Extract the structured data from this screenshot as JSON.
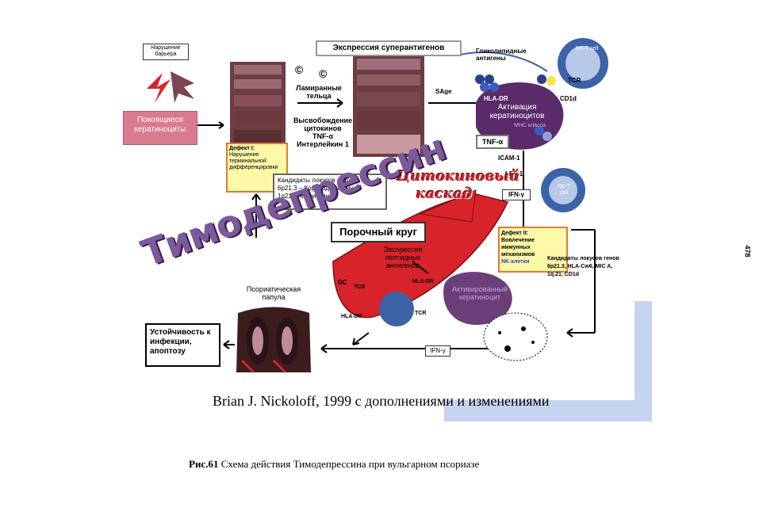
{
  "labels": {
    "barrier": "Нарушение барьера",
    "superantigens": "Экспрессия суперантигенов",
    "glycolipid": "Гликолипидные антигены",
    "nkt_top": "NK-T cell",
    "tcr_top": "TCR",
    "cd1d": "CD1d",
    "lamellar": "Ламиранные тельца",
    "sage": "SAge",
    "hla_dr_top": "HLA-DR",
    "activation": "Активация кератиноцитов",
    "mhc": "МНС класса",
    "resting": "Покоящиеся кератиноциты",
    "release": "Высвобождение цитокинов",
    "tnf_release": "TNF-α",
    "il1": "Интерлейкин 1",
    "tnf_box": "TNF-α",
    "icam": "ICAM-1",
    "lfa": "LFA-1",
    "ifn_mid": "IFN-γ",
    "nkt_mid": "NK-T cell",
    "defect1_title": "Дефект I:",
    "defect1_text": "Нарушение терминальной дифференцировки",
    "candidates1": "Кандидаты локусов генов",
    "candidates1_l1": "6p21.3 – Корнеодесмозин",
    "candidates1_l2": "1q21 - Псориазин",
    "cascade": "Цитокиновый каскад",
    "vicious": "Порочный круг",
    "drug": "Тимодепрессин",
    "peptide": "Экспрессия пептидных антигенов",
    "defect2_title": "Дефект II:",
    "defect2_l1": "Вовлечение иммунных",
    "defect2_l2": "механизмов",
    "defect2_l3": "NK-клетки",
    "candidates2": "Кандидаты локусов генов",
    "candidates2_l1": "6p21.3,  HLA-Cw6, MIC A,",
    "candidates2_l2": "1q.21,  CD1d",
    "papule": "Псориатическая папула",
    "dc": "DC",
    "tcr_low": "TCR",
    "hla_dr_low": "HLA-DR",
    "hla_dr_mid": "HLA-DR",
    "tcr_low2": "TCR",
    "activated": "Активированный кератиноцит",
    "resistance": "Устойчивость к инфекции, апоптозу",
    "ifn_low": "IFN-γ",
    "page_number": "478"
  },
  "credit": "Brian J. Nickoloff, 1999 с дополнениями и изменениями",
  "caption": {
    "bold": "Рис.61",
    "text": " Схема действия Тимодепрессина при вульгарном псориазе"
  },
  "colors": {
    "red": "#d8232a",
    "purple": "#5a2a6a",
    "pink": "#d97a8f",
    "lightblue": "#c6d3ee",
    "yellow": "#fdf8a8"
  }
}
